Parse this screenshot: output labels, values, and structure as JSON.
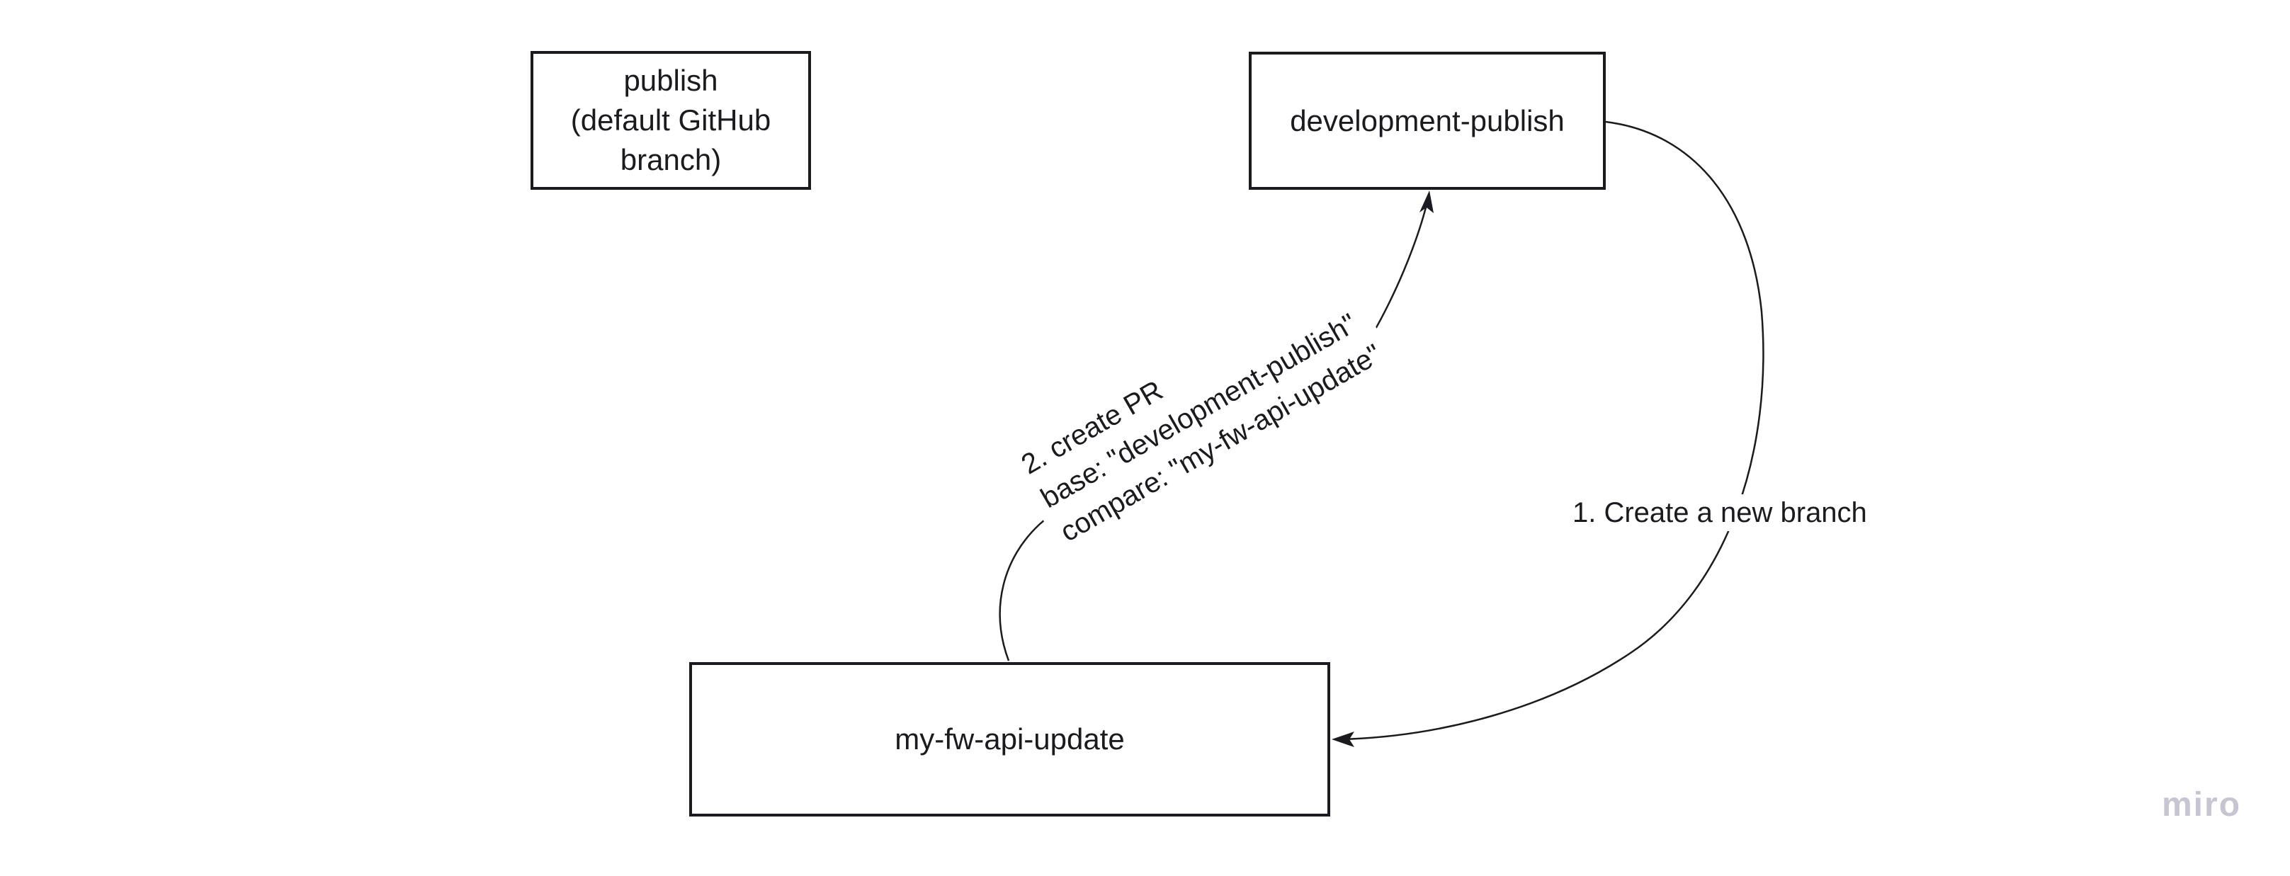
{
  "board": {
    "background": "#ffffff",
    "stroke_color": "#1b1b1f",
    "text_color": "#1b1b1f",
    "nodes": [
      {
        "id": "publish",
        "lines": [
          "publish",
          "(default GitHub branch)"
        ]
      },
      {
        "id": "development-publish",
        "label": "development-publish"
      },
      {
        "id": "my-fw-api-update",
        "label": "my-fw-api-update"
      }
    ],
    "connectors": [
      {
        "id": "create-new-branch",
        "from": "development-publish",
        "to": "my-fw-api-update",
        "label": "1. Create a new branch"
      },
      {
        "id": "create-pr",
        "from": "my-fw-api-update",
        "to": "development-publish",
        "label_lines": [
          "2. create PR",
          "base: \"development-publish\"",
          "compare: \"my-fw-api-update\""
        ]
      }
    ],
    "watermark": {
      "label": "miro",
      "color": "#c6c5d1"
    }
  }
}
